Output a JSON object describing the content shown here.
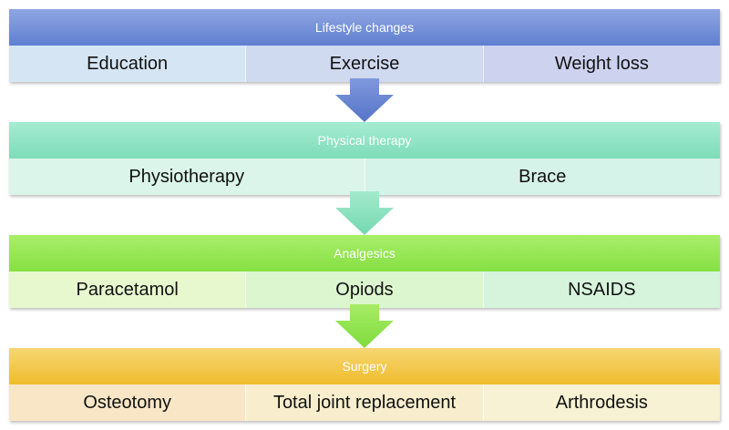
{
  "stages": [
    {
      "title": "Lifestyle changes",
      "items": [
        "Education",
        "Exercise",
        "Weight loss"
      ]
    },
    {
      "title": "Physical therapy",
      "items": [
        "Physiotherapy",
        "Brace"
      ]
    },
    {
      "title": "Analgesics",
      "items": [
        "Paracetamol",
        "Opiods",
        "NSAIDS"
      ]
    },
    {
      "title": "Surgery",
      "items": [
        "Osteotomy",
        "Total joint replacement",
        "Arthrodesis"
      ]
    }
  ],
  "colors": {
    "arrow1": "#5b7bcf",
    "arrow2": "#7fdcb8",
    "arrow3": "#86e044"
  }
}
